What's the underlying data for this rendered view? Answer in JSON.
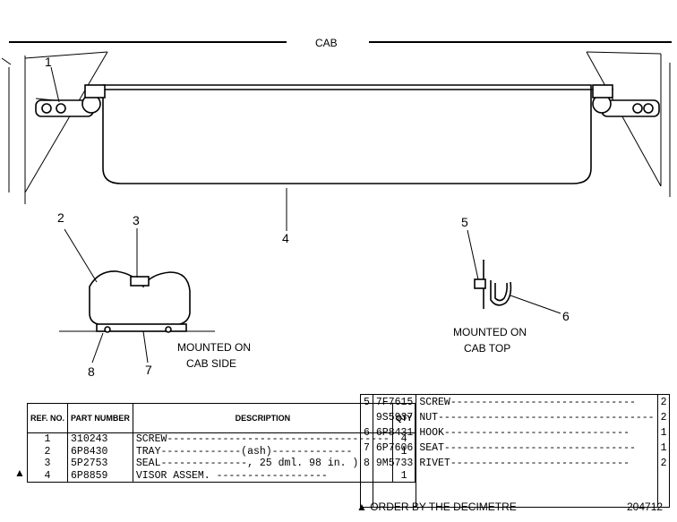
{
  "diagram": {
    "cab_label": "CAB",
    "callouts": [
      "1",
      "2",
      "3",
      "4",
      "5",
      "6",
      "7",
      "8"
    ],
    "caption_side": [
      "MOUNTED ON",
      "CAB SIDE"
    ],
    "caption_top": [
      "MOUNTED ON",
      "CAB TOP"
    ]
  },
  "parts_table_left": {
    "headers": {
      "ref": "REF. NO.",
      "part": "PART NUMBER",
      "desc": "DESCRIPTION",
      "qty": "QTY"
    },
    "rows": [
      {
        "mark": "",
        "ref": "1",
        "part": "310243",
        "desc": "SCREW------------------------------------",
        "qty": "4"
      },
      {
        "mark": "",
        "ref": "2",
        "part": "6P8430",
        "desc": "TRAY-------------(ash)-------------",
        "qty": "1"
      },
      {
        "mark": "▲",
        "ref": "3",
        "part": "5P2753",
        "desc": "SEAL--------------, 25 dml. 98 in. )",
        "qty": ""
      },
      {
        "mark": "",
        "ref": "4",
        "part": "6P8859",
        "desc": "VISOR ASSEM. ------------------",
        "qty": "1"
      }
    ]
  },
  "parts_table_right": {
    "rows": [
      {
        "ref": "5",
        "part": "7F7615",
        "desc": "SCREW------------------------------",
        "qty": "2"
      },
      {
        "ref": "",
        "part": "9S5937",
        "desc": "NUT-----------------------------------",
        "qty": "2"
      },
      {
        "ref": "6",
        "part": "6P8431",
        "desc": "HOOK------------------------------",
        "qty": "1"
      },
      {
        "ref": "7",
        "part": "6P7606",
        "desc": "SEAT-------------------------------",
        "qty": "1"
      },
      {
        "ref": "8",
        "part": "9M5733",
        "desc": "RIVET-----------------------------",
        "qty": "2"
      }
    ]
  },
  "footer": {
    "note": "▲ ORDER BY THE DECIMETRE",
    "illustration_number": "204712"
  }
}
